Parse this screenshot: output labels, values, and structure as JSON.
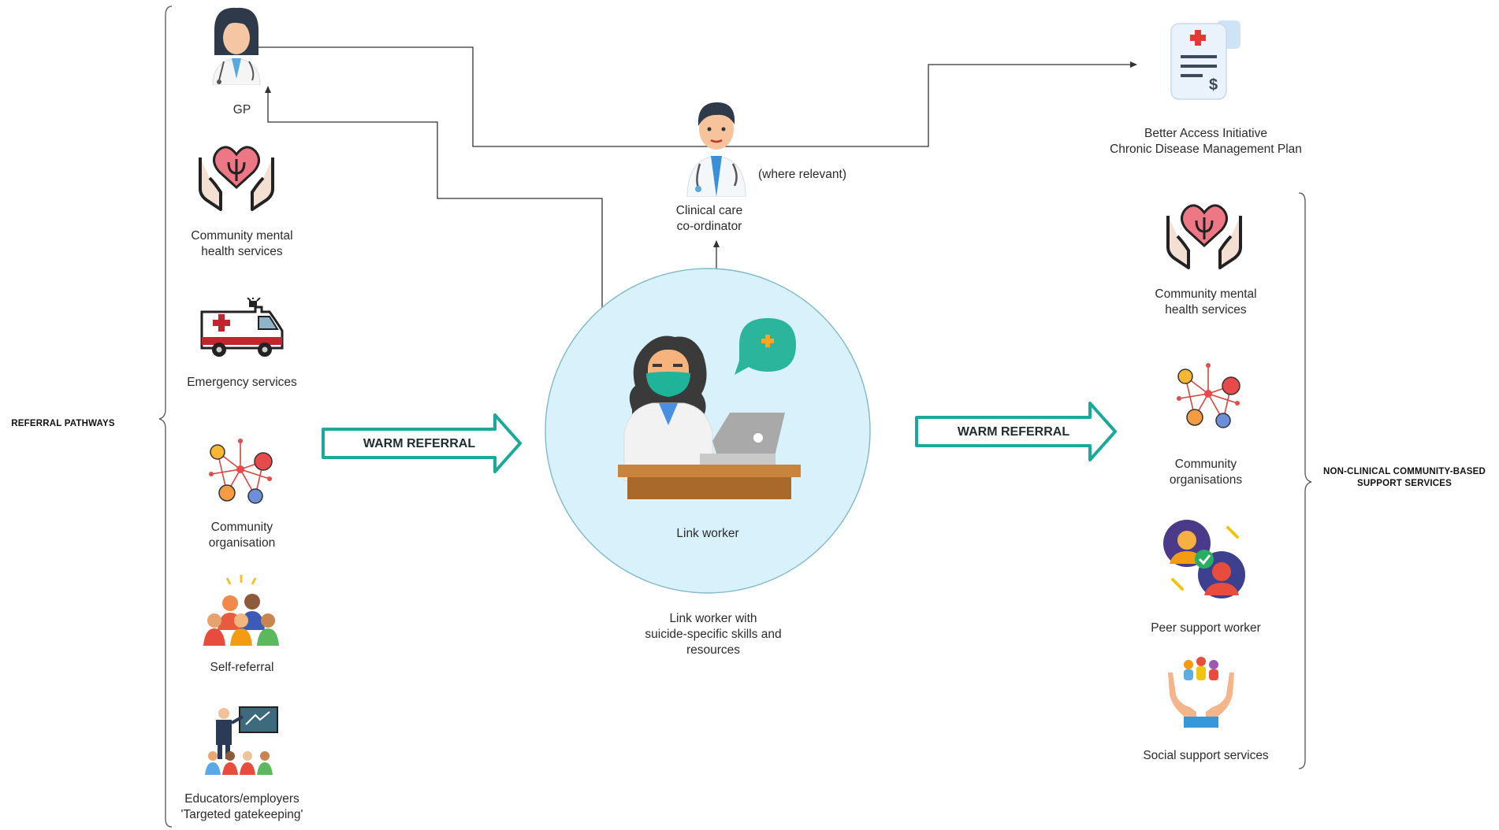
{
  "left_group": {
    "label": "REFERRAL PATHWAYS"
  },
  "right_group": {
    "label_lines": [
      "NON-CLINICAL COMMUNITY-BASED",
      "SUPPORT SERVICES"
    ]
  },
  "referral_sources": [
    {
      "icon": "gp-doctor-icon",
      "lines": [
        "GP"
      ]
    },
    {
      "icon": "hands-heart-psi-icon",
      "lines": [
        "Community mental",
        "health services"
      ]
    },
    {
      "icon": "ambulance-icon",
      "lines": [
        "Emergency services"
      ]
    },
    {
      "icon": "network-people-icon",
      "lines": [
        "Community",
        "organisation"
      ]
    },
    {
      "icon": "group-people-icon",
      "lines": [
        "Self-referral"
      ]
    },
    {
      "icon": "teacher-classroom-icon",
      "lines": [
        "Educators/employers",
        "'Targeted gatekeeping'"
      ]
    }
  ],
  "support_services": [
    {
      "icon": "hands-heart-psi-icon",
      "lines": [
        "Community mental",
        "health services"
      ]
    },
    {
      "icon": "network-people-icon",
      "lines": [
        "Community",
        "organisations"
      ]
    },
    {
      "icon": "peer-support-icon",
      "lines": [
        "Peer support worker"
      ]
    },
    {
      "icon": "hands-people-icon",
      "lines": [
        "Social support services"
      ]
    }
  ],
  "center": {
    "icon": "link-worker-laptop-icon",
    "label": "Link worker",
    "caption_lines": [
      "Link worker with",
      "suicide-specific skills and",
      "resources"
    ]
  },
  "clinical": {
    "icon": "doctor-icon",
    "lines": [
      "Clinical care",
      "co-ordinator"
    ],
    "note": "(where relevant)"
  },
  "plan": {
    "icon": "medical-bill-icon",
    "lines": [
      "Better Access Initiative",
      "Chronic Disease Management Plan"
    ]
  },
  "arrows": {
    "left_label": "WARM REFERRAL",
    "right_label": "WARM REFERRAL",
    "color": "#1aa99a"
  },
  "colors": {
    "circle_fill": "#d9f1fb",
    "circle_stroke": "#7fb9c8",
    "line": "#333333"
  }
}
